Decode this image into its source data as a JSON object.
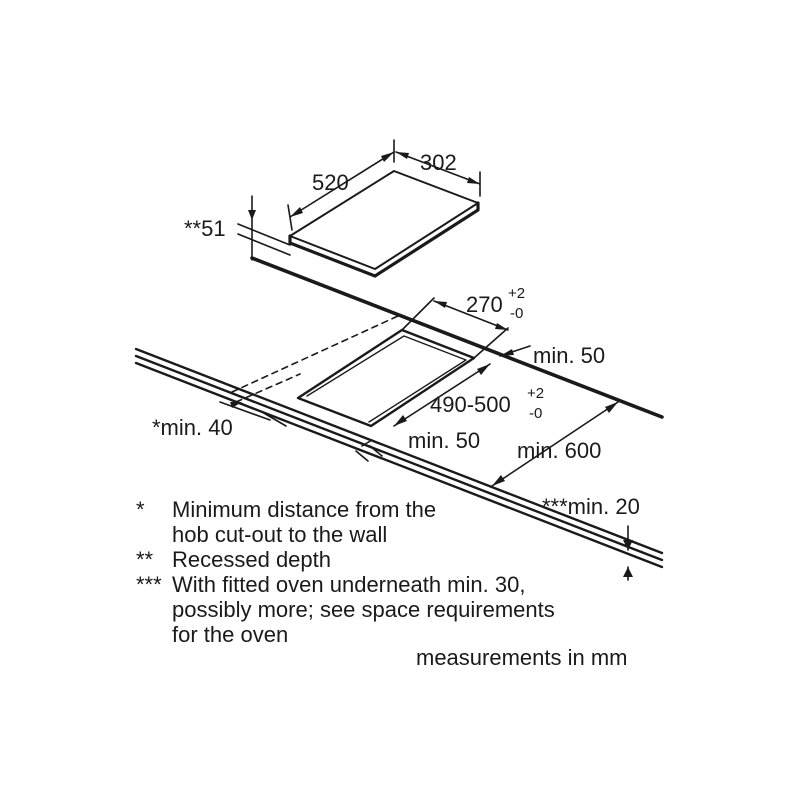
{
  "dimensions": {
    "hob_depth": "520",
    "hob_width": "302",
    "recess_depth": "**51",
    "cutout_width": "270",
    "cutout_width_tol_plus": "+2",
    "cutout_width_tol_minus": "-0",
    "cutout_depth": "490-500",
    "cutout_depth_tol_plus": "+2",
    "cutout_depth_tol_minus": "-0",
    "back_gap": "min. 50",
    "front_gap": "min. 50",
    "wall_gap": "*min. 40",
    "side_gap": "min. 600",
    "worktop_thickness": "***min. 20"
  },
  "notes": [
    {
      "mark": "*",
      "lines": [
        "Minimum distance from the",
        "hob cut-out to the wall"
      ]
    },
    {
      "mark": "**",
      "lines": [
        "Recessed depth"
      ]
    },
    {
      "mark": "***",
      "lines": [
        "With fitted oven underneath min. 30,",
        "possibly more; see space requirements",
        "for the oven"
      ]
    }
  ],
  "units_note": "measurements in mm",
  "line_color": "#1a1a1a"
}
